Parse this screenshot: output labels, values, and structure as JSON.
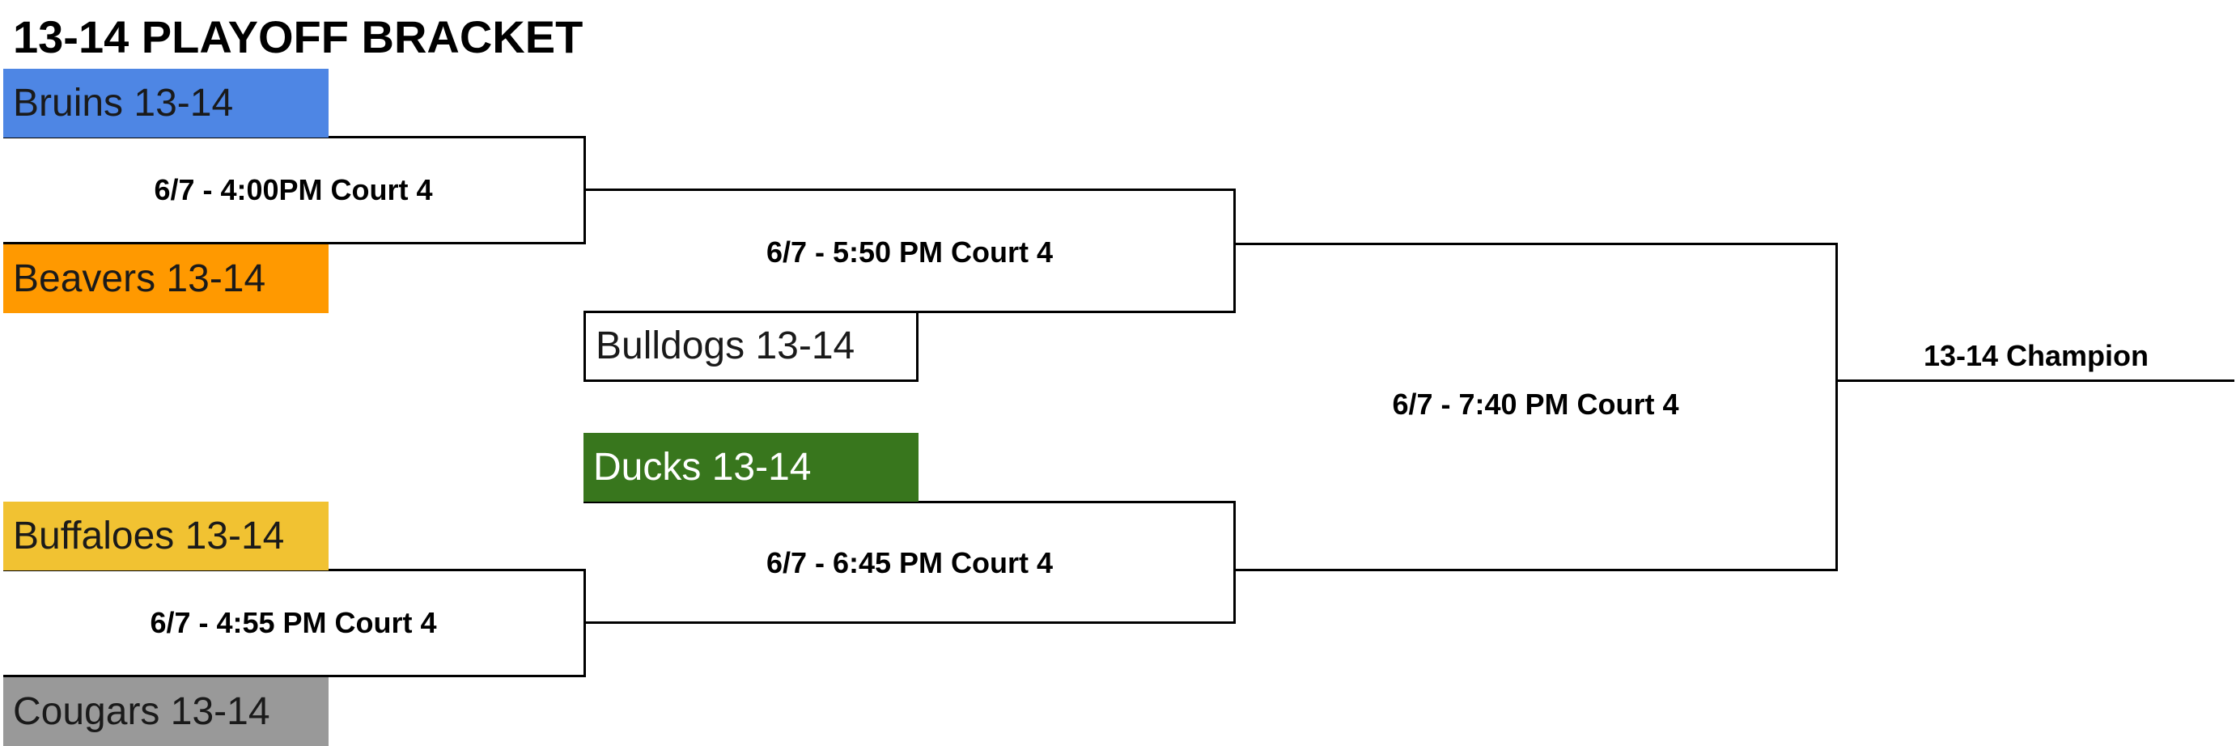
{
  "title": "13-14 PLAYOFF BRACKET",
  "teams": {
    "bruins": {
      "label": "Bruins 13-14",
      "fill": "#4E86E4",
      "text_color": "#1a1a1a"
    },
    "beavers": {
      "label": "Beavers 13-14",
      "fill": "#FF9900",
      "text_color": "#1a1a1a"
    },
    "bulldogs": {
      "label": "Bulldogs 13-14",
      "fill": "#FFFFFF",
      "text_color": "#1a1a1a"
    },
    "ducks": {
      "label": "Ducks 13-14",
      "fill": "#38761D",
      "text_color": "#FFFFFF"
    },
    "buffaloes": {
      "label": "Buffaloes 13-14",
      "fill": "#F1C232",
      "text_color": "#1a1a1a"
    },
    "cougars": {
      "label": "Cougars 13-14",
      "fill": "#999999",
      "text_color": "#1a1a1a"
    }
  },
  "games": {
    "g1": "6/7 - 4:00PM Court 4",
    "g2": "6/7 - 4:55 PM Court 4",
    "g3": "6/7 - 5:50 PM Court 4",
    "g4": "6/7 - 6:45 PM Court 4",
    "final": "6/7 - 7:40 PM Court 4"
  },
  "champion_label": "13-14 Champion"
}
